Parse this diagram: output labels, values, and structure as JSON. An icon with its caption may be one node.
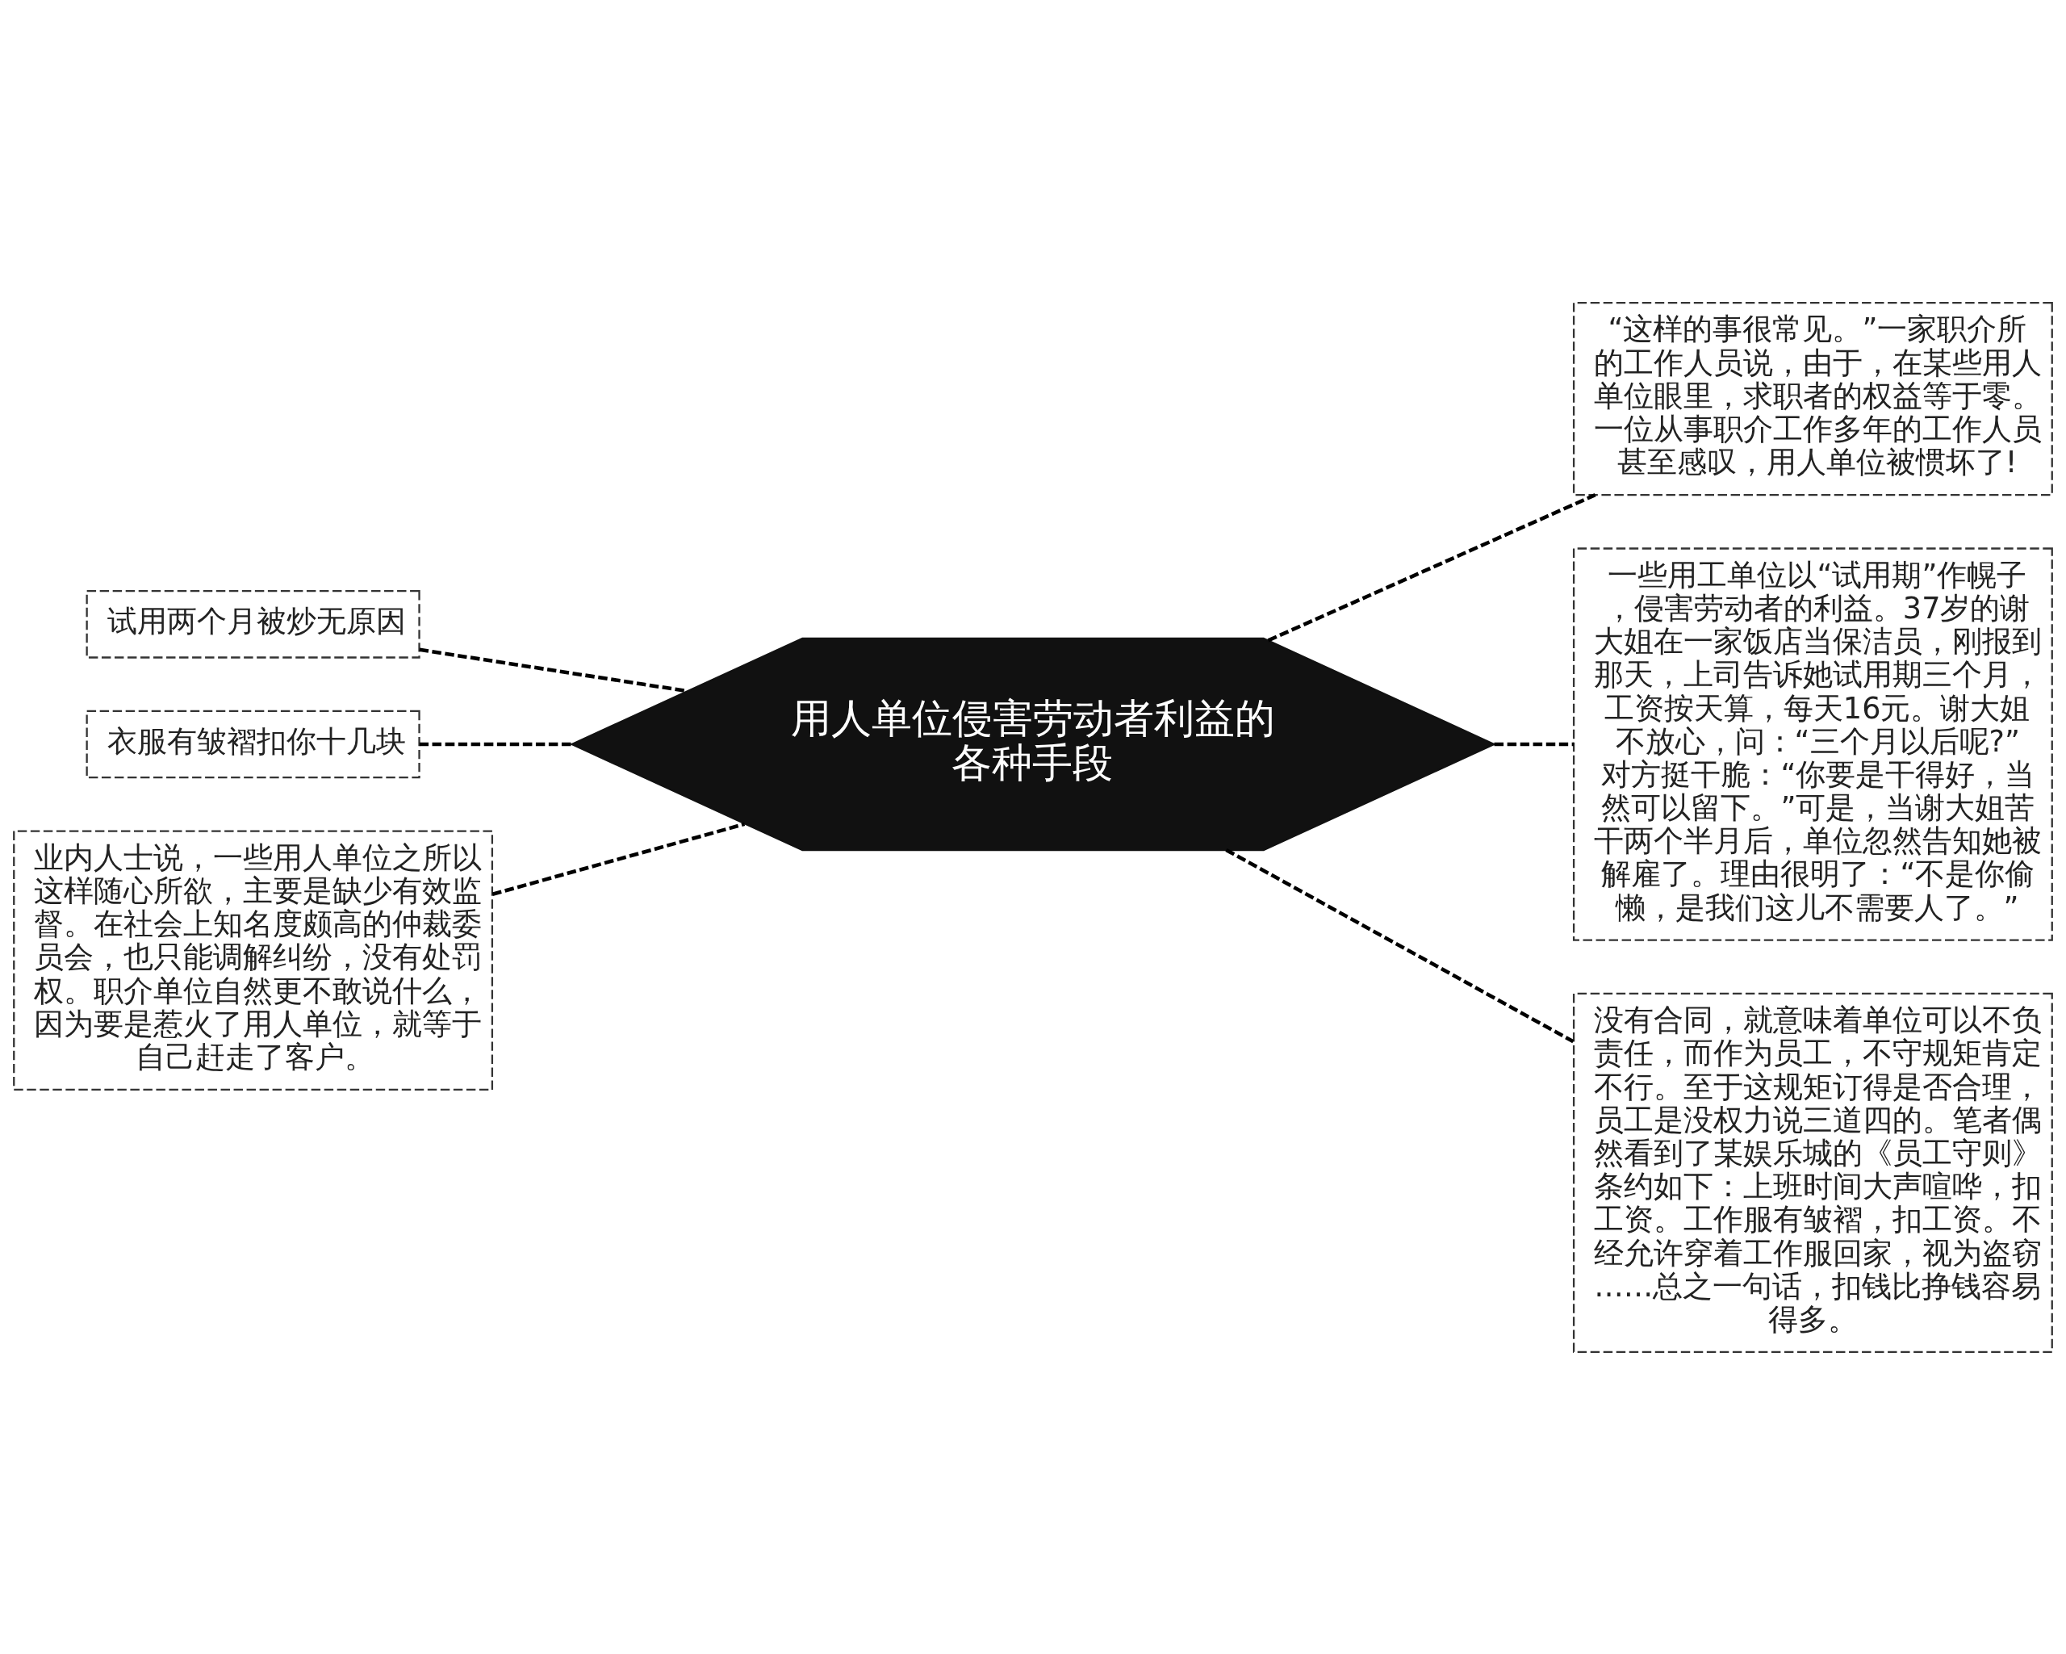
{
  "diagram": {
    "nodes": [
      {
        "text": [
          "用人单位侵害劳动者利益的各种手段"
        ]
      },
      {
        "text": [
          "试用两个月被炒无原因"
        ]
      },
      {
        "text": [
          "衣服有皱褶扣你十几块"
        ]
      },
      {
        "text": [
          "业内人士说，一些用人单位之所以这样随心所欲，主要是缺少有效监督。在社会上知名度颇高的仲裁委员会，也只能调解纠纷，没有处罚权。职介单位自然更不敢说什么，因为要是惹火了用人单位，就等于自己赶走了客户。"
        ]
      },
      {
        "text": [
          "“这样的事很常见。”一家职介所的工作人员说，由于，在某些用人单位眼里，求职者的权益等于零。一位从事职介工作多年的工作人员甚至感叹，用人单位被惯坏了!"
        ]
      },
      {
        "text": [
          "一些用工单位以“试用期”作幌子，侵害劳动者的利益。37岁的谢大姐在一家饭店当保洁员，刚报到那天，上司告诉她试用期三个月，工资按天算，每天16元。谢大姐不放心，问：“三个月以后呢?”对方挺干脆：“你要是干得好，当然可以留下。”可是，当谢大姐苦干两个半月后，单位忽然告知她被解雇了。理由很明了：“不是你偷懒，是我们这儿不需要人了。”"
        ]
      },
      {
        "text": [
          "没有合同，就意味着单位可以不负责任，而作为员工，不守规矩肯定不行。至于这规矩订得是否合理，员工是没权力说三道四的。笔者偶然看到了某娱乐城的《员工守则》条约如下：上班时间大声喧哗，扣工资。工作服有皱褶，扣工资。不经允许穿着工作服回家，视为盗窃……总之一句话，扣钱比挣钱容易得多。"
        ]
      }
    ],
    "edges": [
      {
        "from": 0,
        "to": 1,
        "arrow": "none",
        "style": "dashed"
      },
      {
        "from": 0,
        "to": 2,
        "arrow": "none",
        "style": "dashed"
      },
      {
        "from": 0,
        "to": 3,
        "arrow": "none",
        "style": "dashed"
      },
      {
        "from": 0,
        "to": 4,
        "arrow": "none",
        "style": "dashed"
      },
      {
        "from": 0,
        "to": 5,
        "arrow": "none",
        "style": "dashed"
      },
      {
        "from": 0,
        "to": 6,
        "arrow": "none",
        "style": "dashed"
      }
    ]
  }
}
